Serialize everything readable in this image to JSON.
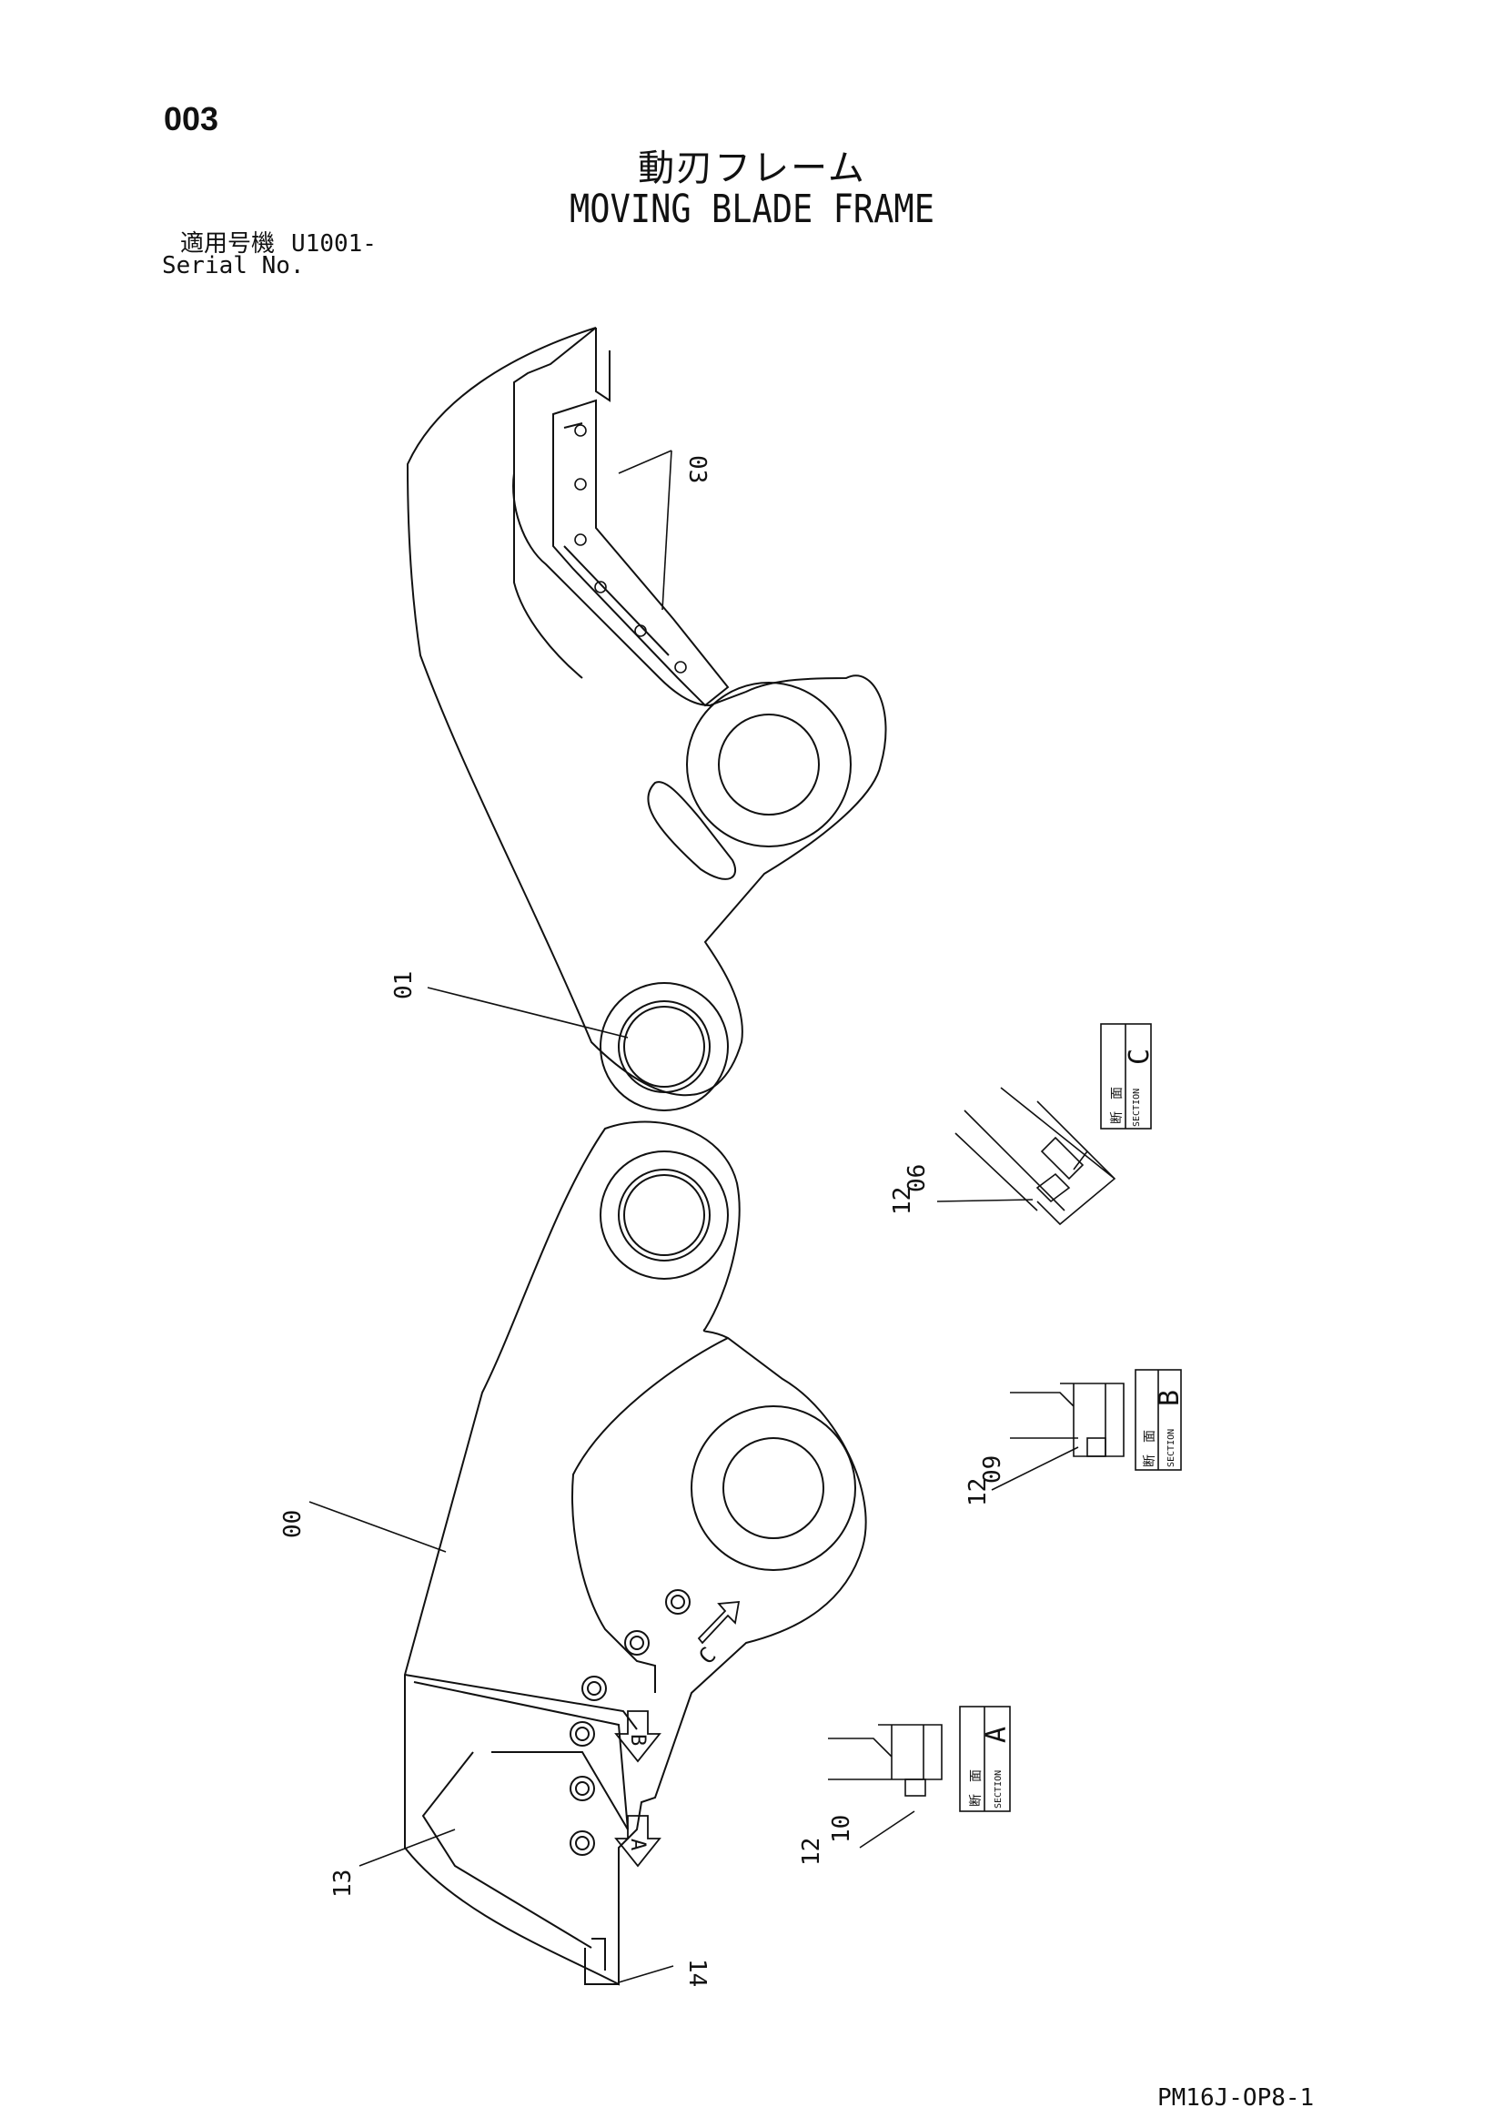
{
  "page_number": "003",
  "title_jp": "動刃フレーム",
  "title_en": "MOVING BLADE FRAME",
  "serial_label_jp": "適用号機",
  "serial_label_en": "Serial No.",
  "serial_number": "U1001-",
  "footer_code": "PM16J-OP8-1",
  "callouts": {
    "c00": "00",
    "c01": "01",
    "c03": "03",
    "c06": "06",
    "c09": "09",
    "c10": "10",
    "c12a": "12",
    "c12b": "12",
    "c12c": "12",
    "c13": "13",
    "c14": "14"
  },
  "view_arrows": {
    "a": "A",
    "b": "B",
    "c": "C"
  },
  "sections": {
    "kanji_1": "断",
    "kanji_2": "面",
    "word": "SECTION",
    "a": "A",
    "b": "B",
    "c": "C"
  }
}
